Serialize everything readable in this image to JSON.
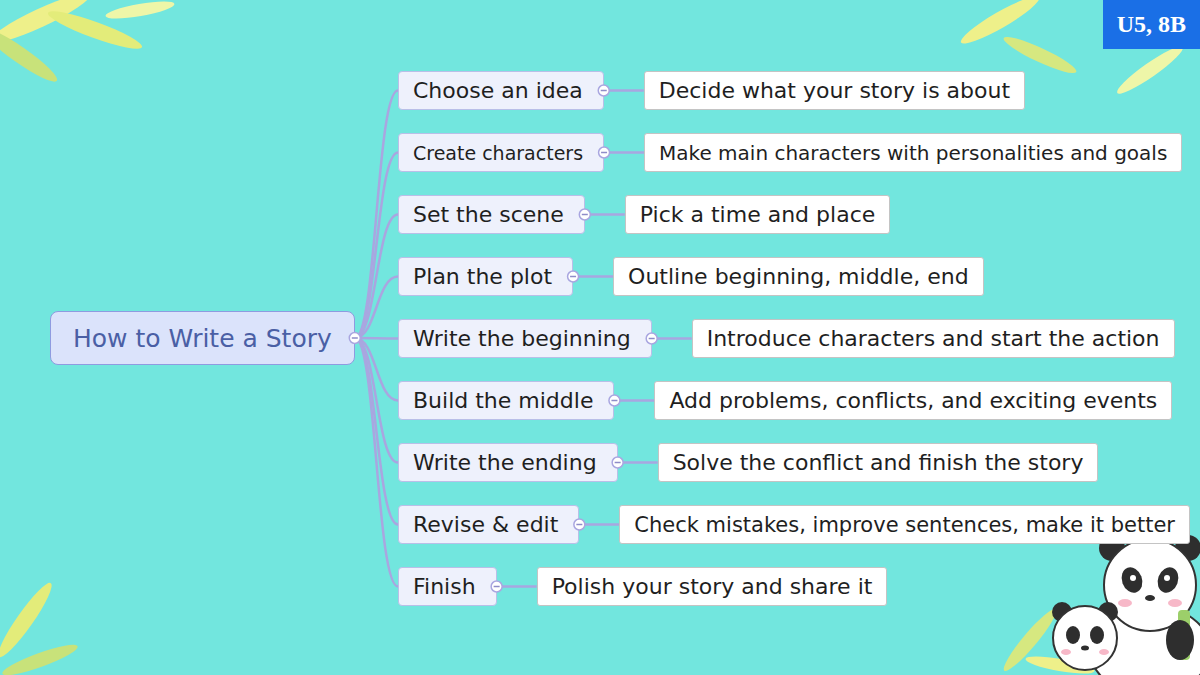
{
  "diagram": {
    "nodes": [
      {
        "text": [
          "How to Write a Story"
        ]
      },
      {
        "text": [
          "Choose an idea"
        ]
      },
      {
        "text": [
          "Decide what your story is about"
        ]
      },
      {
        "text": [
          "Create characters"
        ]
      },
      {
        "text": [
          "Make main characters with personalities and goals"
        ]
      },
      {
        "text": [
          "Set the scene"
        ]
      },
      {
        "text": [
          "Pick a time and place"
        ]
      },
      {
        "text": [
          "Plan the plot"
        ]
      },
      {
        "text": [
          "Outline beginning, middle, end"
        ]
      },
      {
        "text": [
          "Write the beginning"
        ]
      },
      {
        "text": [
          "Introduce characters and start the action"
        ]
      },
      {
        "text": [
          "Build the middle"
        ]
      },
      {
        "text": [
          "Add problems, conflicts, and exciting events"
        ]
      },
      {
        "text": [
          "Write the ending"
        ]
      },
      {
        "text": [
          "Solve the conflict and finish the story"
        ]
      },
      {
        "text": [
          "Revise & edit"
        ]
      },
      {
        "text": [
          "Check mistakes, improve sentences, make it better"
        ]
      },
      {
        "text": [
          "Finish"
        ]
      },
      {
        "text": [
          "Polish your story and share it"
        ]
      },
      {
        "text": [
          "U5, 8B"
        ]
      }
    ],
    "edges": [
      {
        "from": 0,
        "to": 1,
        "arrow": "none"
      },
      {
        "from": 0,
        "to": 3,
        "arrow": "none"
      },
      {
        "from": 0,
        "to": 5,
        "arrow": "none"
      },
      {
        "from": 0,
        "to": 7,
        "arrow": "none"
      },
      {
        "from": 0,
        "to": 9,
        "arrow": "none"
      },
      {
        "from": 0,
        "to": 11,
        "arrow": "none"
      },
      {
        "from": 0,
        "to": 13,
        "arrow": "none"
      },
      {
        "from": 0,
        "to": 15,
        "arrow": "none"
      },
      {
        "from": 0,
        "to": 17,
        "arrow": "none"
      },
      {
        "from": 1,
        "to": 2,
        "arrow": "none"
      },
      {
        "from": 3,
        "to": 4,
        "arrow": "none"
      },
      {
        "from": 5,
        "to": 6,
        "arrow": "none"
      },
      {
        "from": 7,
        "to": 8,
        "arrow": "none"
      },
      {
        "from": 9,
        "to": 10,
        "arrow": "none"
      },
      {
        "from": 11,
        "to": 12,
        "arrow": "none"
      },
      {
        "from": 13,
        "to": 14,
        "arrow": "none"
      },
      {
        "from": 15,
        "to": 16,
        "arrow": "none"
      },
      {
        "from": 17,
        "to": 18,
        "arrow": "none"
      }
    ]
  }
}
